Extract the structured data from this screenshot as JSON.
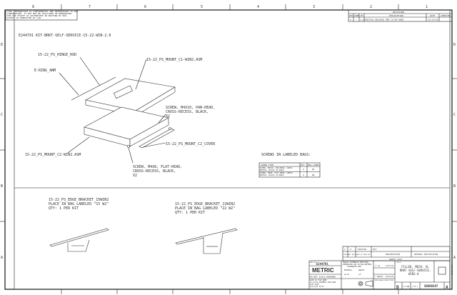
{
  "sheet": {
    "zones_top": [
      "8",
      "7",
      "6",
      "5",
      "4",
      "3",
      "2",
      "1"
    ],
    "zones_side": [
      "D",
      "C",
      "B",
      "A"
    ],
    "proprietary_note": [
      "THIS INFORMATION IS CONFIDENTIAL AND PROPRIETARY TO NCR",
      "CORPORATION. IT MAY NOT BE DISCLOSED OR REPRODUCED",
      "FOR USE EXCEPT AS AUTHORIZED IN WRITING BY NCR",
      "EXCEPT AS PERMITTED BY LAW."
    ],
    "title_line": "E244791 KIT-BRKT-SELF-SERVICE-15-22-WIN-2.0"
  },
  "revisions": {
    "title": "REVISIONS",
    "headers": [
      "REV",
      "ZONE",
      "BY",
      "DESCRIPTION",
      "DATE",
      "APPROVED"
    ],
    "rows": [
      [
        "A",
        "--",
        "J.LI",
        "INITIAL RELEASE PER CO-00-0082",
        "12/13/10",
        ""
      ]
    ]
  },
  "callouts": {
    "hinge_rod": "15-22_PS_HINGE_ROD",
    "ering": "E-RING_ANM",
    "mount_c1": "15-22_PS_MOUNT_C1-WIN2.ASM",
    "screw_pan": [
      "SCREW, M4X10, PAN-HEAD,",
      "CROSS-RECESS, BLACK,",
      "X2"
    ],
    "mount_c2_cover": "15-22_PS_MOUNT_C2_COVER",
    "mount_c2": "15-22_PS_MOUNT_C2-WIN2.ASM",
    "screw_flat": [
      "SCREW, M4X8, FLAT-HEAD,",
      "CROSS-RECESS, BLACK,",
      "X2"
    ]
  },
  "screws_table": {
    "title": "SCREWS IN LABELED BAGS:",
    "headers": [
      "SCREW TYPE",
      "QTY.",
      "BAG LABEL"
    ],
    "rows": [
      [
        "SCREW, M4X10, PAN-HEAD, CROSS-RECESS, BLACK (M-ZINC)",
        "4",
        "#1"
      ],
      [
        "SCREW, M4X8, FLAT-HEAD, CROSS-RECESS, BLACK (M-ZINC)",
        "4",
        "#2"
      ]
    ]
  },
  "brackets": [
    {
      "lines": [
        "15-22_PS_EDGE_BRACKET_15WIN2",
        "PLACE IN BAG LABELED \"15 W2\"",
        "QTY: 1 PER KIT"
      ]
    },
    {
      "lines": [
        "15-22_PS_EDGE_BRACKET_22WIN2",
        "PLACE IN BAG LABELED \"22 W2\"",
        "QTY: 1 PER KIT"
      ]
    }
  ],
  "parts_list": {
    "row": [
      "1",
      "2",
      "E244791",
      "KIT"
    ],
    "headers": [
      "ITEM NO",
      "QTY REQ'D",
      "PART OR IDENT NO",
      "DESCRIPTION",
      "MATERIAL SPECIFICATION"
    ],
    "title": "PARTS LIST"
  },
  "title_block": {
    "part_no_label": "PART NO",
    "part_no": "E244791",
    "metric": "METRIC",
    "do_not_scale": "DO NOT SCALE DRAWING",
    "file_info": [
      "SAVE AS FILE NAME",
      "15-22_PS_ASSEMBLY_PACK.DRW",
      "PLOT DATE",
      "12/13/10 14:03"
    ],
    "tolerance_note": [
      "UNLESS OTHERWISE SPECIFIED",
      "DIMENSIONS ARE IN MILLIMETERS",
      "TOLERANCES ARE:"
    ],
    "tolerances": [
      "DECIMALS",
      "ANGLES",
      "±0.25",
      "±1°"
    ],
    "drawn": "J.LI",
    "drawn_date": "12/13/10",
    "design": "J. BAILEY",
    "design_date": "12/13/10",
    "projection": "THIRD ANGLE PROJECTION",
    "title_label": "TITLE",
    "title": [
      "FILLED, MECH. SL",
      "BRKT SELF-SERVICE,",
      "WIN2.0"
    ],
    "size": "D",
    "scale": "1:1.500",
    "sheet": "1 OF 1",
    "dwg_no": "SD609397",
    "rev": "A",
    "side_text": "SD609397"
  }
}
